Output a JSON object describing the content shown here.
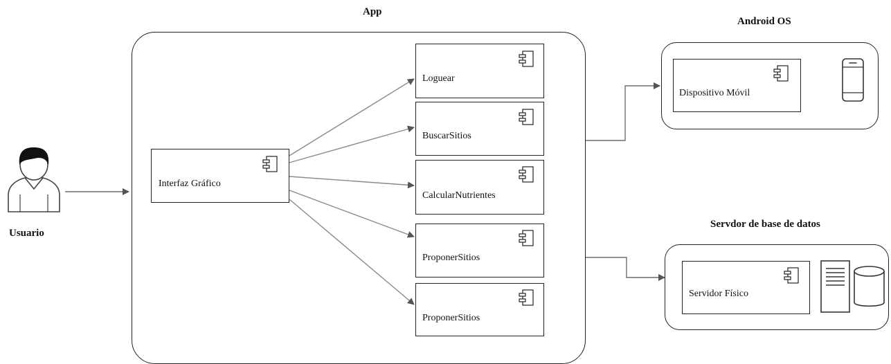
{
  "actor": {
    "label": "Usuario",
    "icon": "person-icon"
  },
  "app": {
    "title": "App",
    "gui": {
      "label": "Interfaz Gráfico"
    },
    "components": [
      {
        "label": "Loguear"
      },
      {
        "label": "BuscarSitios"
      },
      {
        "label": "CalcularNutrientes"
      },
      {
        "label": "ProponerSitios"
      },
      {
        "label": "ProponerSitios"
      }
    ]
  },
  "android": {
    "title": "Android OS",
    "device": {
      "label": "Dispositivo Móvil"
    },
    "icon": "smartphone-icon"
  },
  "server": {
    "title": "Servdor de base de datos",
    "node": {
      "label": "Servidor Físico"
    },
    "icons": [
      "server-rack-icon",
      "database-cylinder-icon"
    ]
  },
  "colors": {
    "stroke": "#222222",
    "connector": "#6b6b6b",
    "background": "#ffffff"
  }
}
